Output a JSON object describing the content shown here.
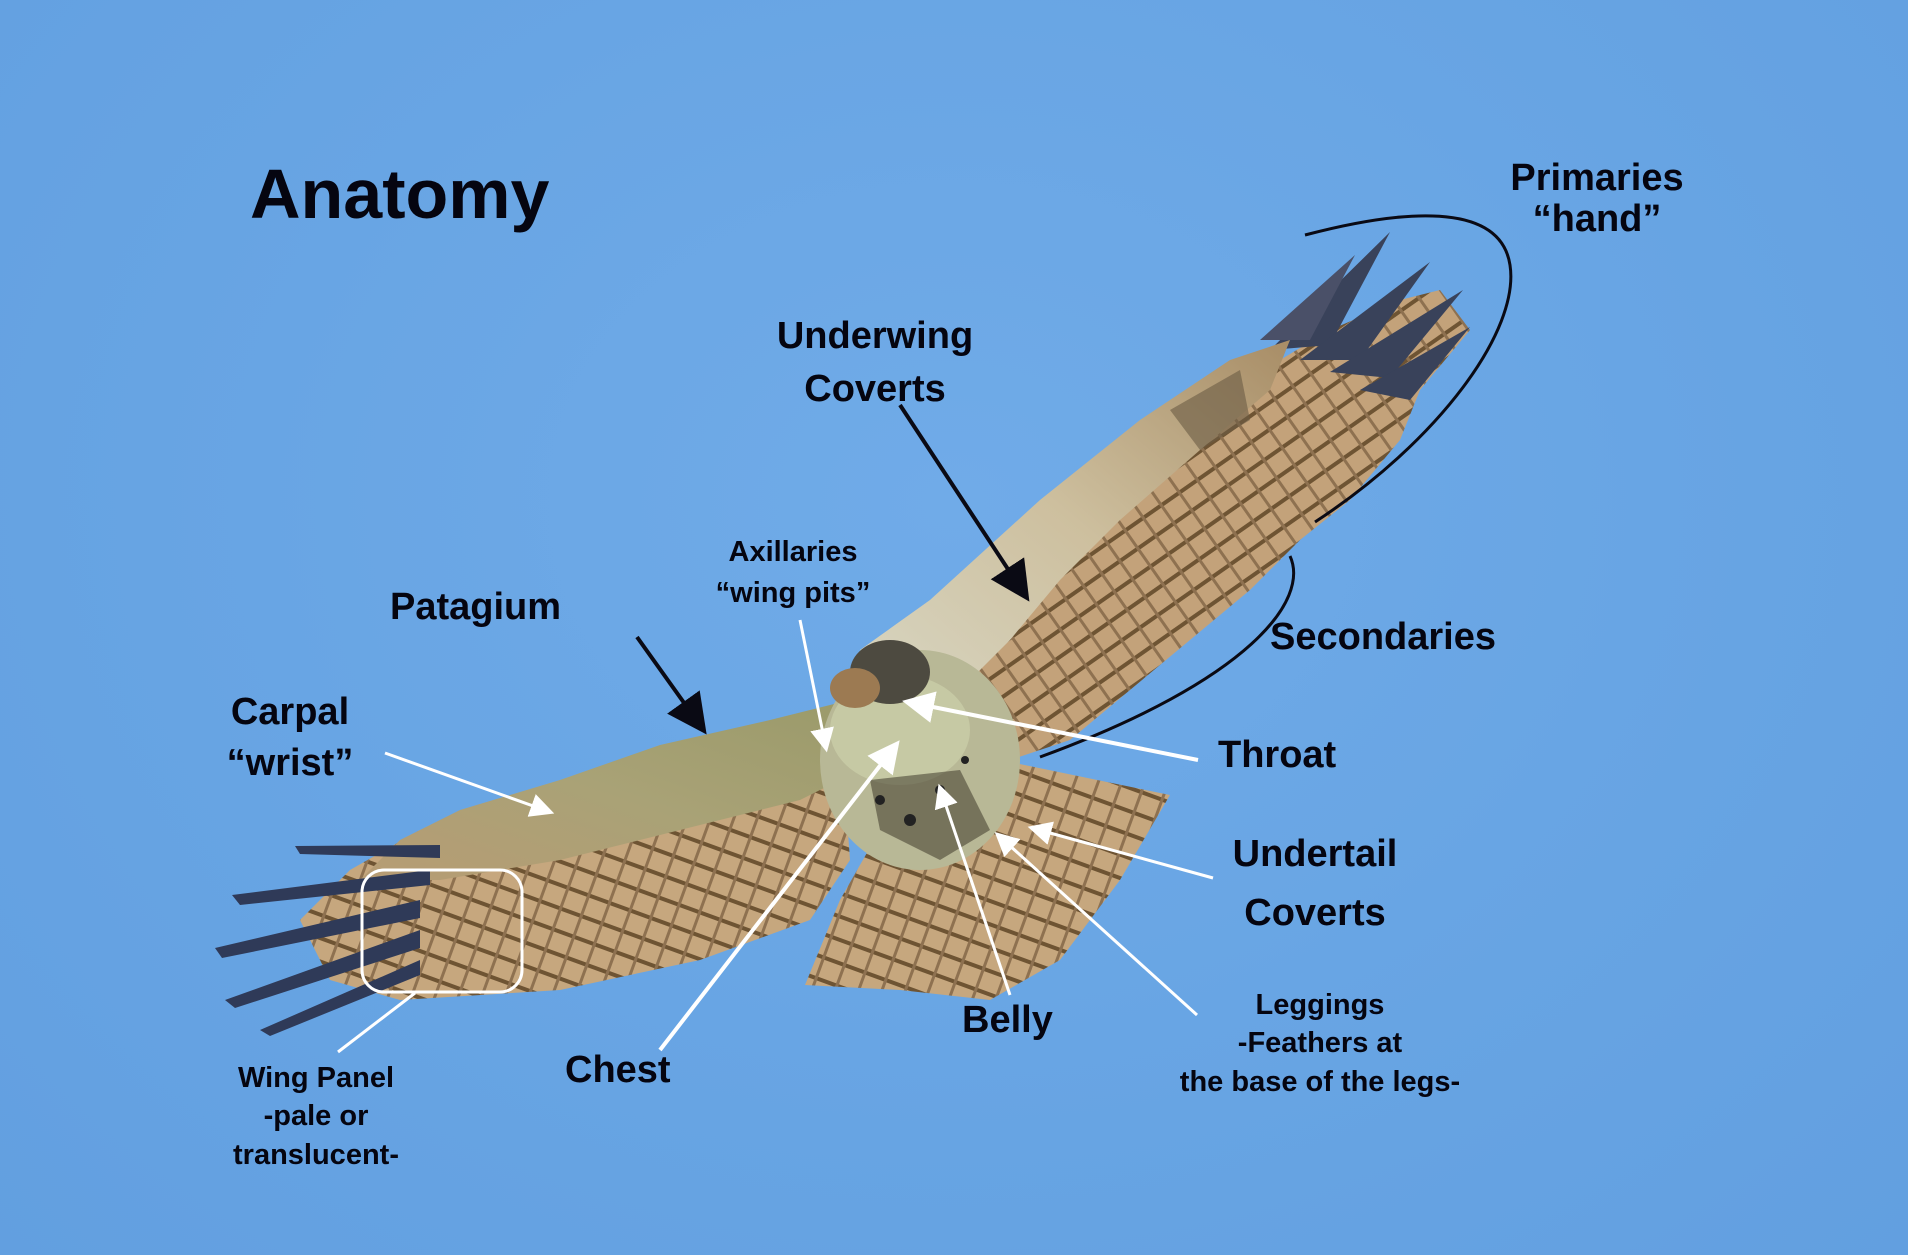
{
  "diagram": {
    "title": "Anatomy",
    "subject": "Red-tailed hawk in flight, underside view",
    "colors": {
      "sky": "#6aa6e4",
      "label_text": "#050510",
      "pointer_black": "#0a0a14",
      "pointer_white": "#ffffff",
      "feather_tan": "#b99a70",
      "underwing_pale": "#d9d6c0"
    },
    "labels": {
      "primaries": {
        "line1": "Primaries",
        "line2": "“hand”"
      },
      "underwing_coverts": {
        "line1": "Underwing",
        "line2": "Coverts"
      },
      "axillaries": {
        "line1": "Axillaries",
        "line2": "“wing pits”"
      },
      "patagium": {
        "line1": "Patagium"
      },
      "secondaries": {
        "line1": "Secondaries"
      },
      "carpal": {
        "line1": "Carpal",
        "line2": "“wrist”"
      },
      "throat": {
        "line1": "Throat"
      },
      "undertail_coverts": {
        "line1": "Undertail",
        "line2": "Coverts"
      },
      "wing_panel": {
        "line1": "Wing Panel",
        "line2": "-pale or",
        "line3": "translucent-"
      },
      "chest": {
        "line1": "Chest"
      },
      "belly": {
        "line1": "Belly"
      },
      "leggings": {
        "line1": "Leggings",
        "line2": "-Feathers at",
        "line3": "the base of the legs-"
      }
    }
  }
}
